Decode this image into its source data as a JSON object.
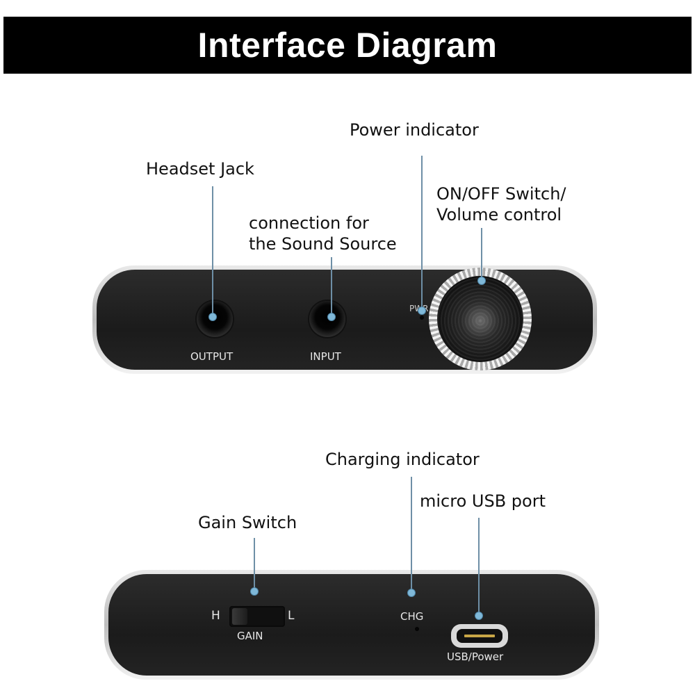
{
  "title": "Interface Diagram",
  "top_panel": {
    "callouts": {
      "headset_jack": "Headset Jack",
      "sound_source": [
        "connection for",
        "the Sound Source"
      ],
      "power_indicator": "Power indicator",
      "onoff_volume": [
        "ON/OFF Switch/",
        "Volume control"
      ]
    },
    "labels": {
      "output": "OUTPUT",
      "input": "INPUT",
      "pwr": "PWR"
    }
  },
  "bottom_panel": {
    "callouts": {
      "gain_switch": "Gain Switch",
      "charging_indicator": "Charging indicator",
      "micro_usb": "micro USB port"
    },
    "labels": {
      "gain_h": "H",
      "gain_l": "L",
      "gain": "GAIN",
      "chg": "CHG",
      "usb_power": "USB/Power"
    }
  },
  "colors": {
    "title_bg": "#000000",
    "title_text": "#ffffff",
    "device_face": "#1f1f1f",
    "callout_dot": "#7fb8d8",
    "usb_contacts": "#c9a646"
  }
}
